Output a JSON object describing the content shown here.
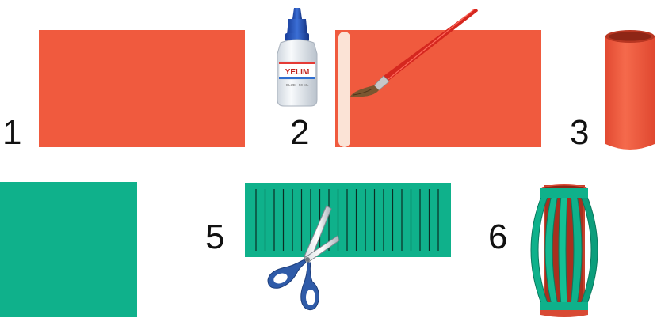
{
  "steps": [
    {
      "number": "1"
    },
    {
      "number": "2"
    },
    {
      "number": "3"
    },
    {
      "number": "5"
    },
    {
      "number": "6"
    }
  ],
  "glue": {
    "brand": "YELIM",
    "small_print": "GLUE · 50 ML"
  },
  "colors": {
    "red_paper": "#f05a3e",
    "red_dark": "#d2402b",
    "green_paper": "#0fb18b",
    "green_dark": "#0b8f70",
    "glue_strip": "#fbe3d6",
    "brush_handle": "#d5271f",
    "scissors_handle": "#2f5ba8"
  }
}
